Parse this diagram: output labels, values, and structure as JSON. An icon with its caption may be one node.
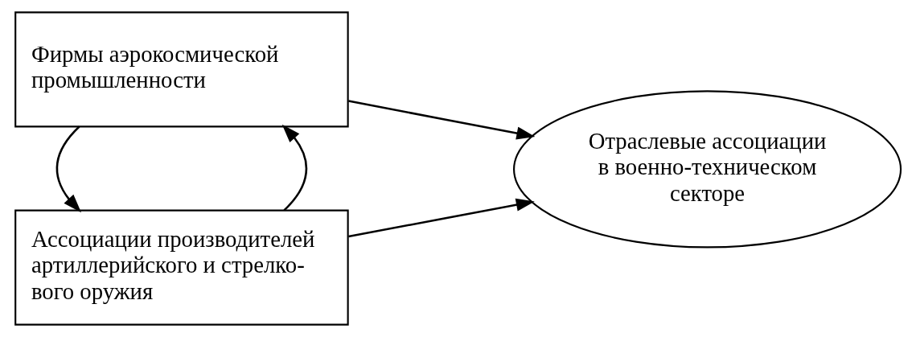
{
  "diagram": {
    "nodes": [
      {
        "text": [
          "Ассоциации производителей артиллерийского и стрелко-вого оружия"
        ]
      },
      {
        "text": [
          "Фирмы аэрокосмической промышленности"
        ]
      },
      {
        "text": [
          "Отраслевые ассоциации в военно-техническом секторе"
        ]
      }
    ],
    "edges": [
      {
        "from": 0,
        "to": 2,
        "arrow": "to"
      },
      {
        "from": 1,
        "to": 2,
        "arrow": "to"
      },
      {
        "from": 0,
        "to": 1,
        "arrow": "to"
      },
      {
        "from": 1,
        "to": 0,
        "arrow": "to"
      }
    ]
  }
}
